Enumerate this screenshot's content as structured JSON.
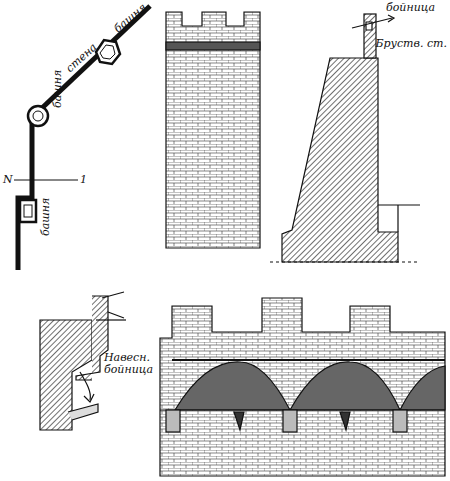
{
  "diagram": {
    "labels": [
      "башня",
      "стена",
      "башня",
      "N",
      "1",
      "башня",
      "бойница",
      "Бруств. ст.",
      "Навесн. бойница"
    ]
  }
}
